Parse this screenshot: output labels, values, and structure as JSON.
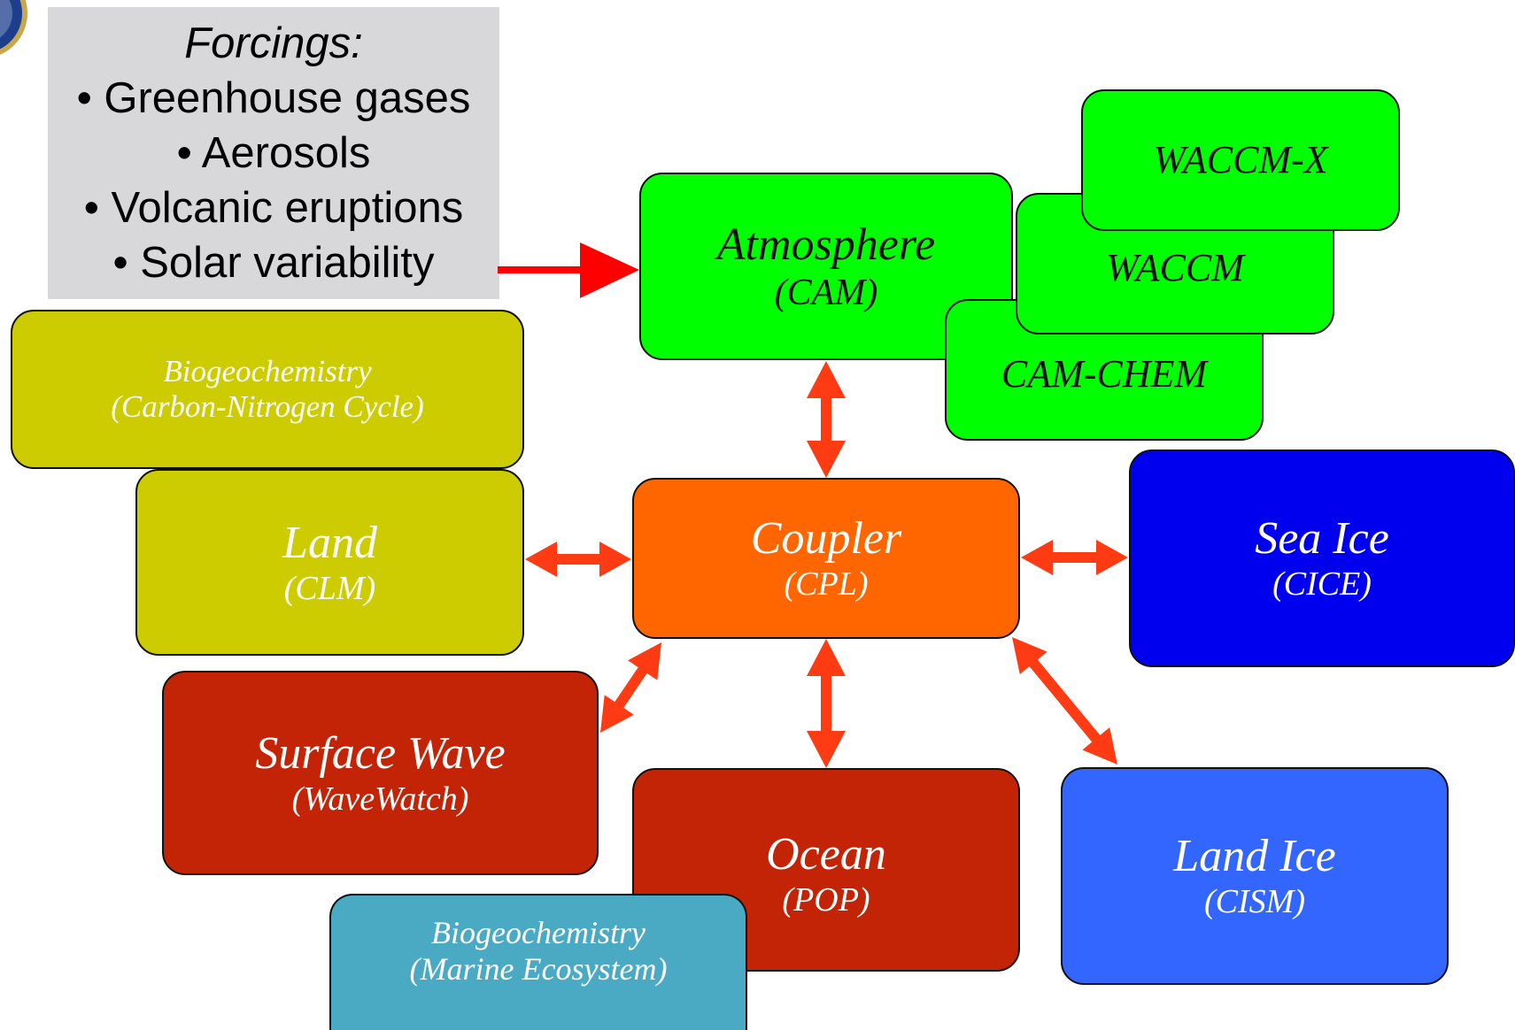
{
  "forcings": {
    "title": "Forcings:",
    "items": [
      "• Greenhouse gases",
      "• Aerosols",
      "• Volcanic eruptions",
      "• Solar variability"
    ]
  },
  "components": {
    "atmosphere": {
      "name": "Atmosphere",
      "code": "(CAM)",
      "color": "#00ff00"
    },
    "waccm_x": {
      "name": "WACCM-X",
      "color": "#00ff00"
    },
    "waccm": {
      "name": "WACCM",
      "color": "#00ff00"
    },
    "cam_chem": {
      "name": "CAM-CHEM",
      "color": "#00ff00"
    },
    "land_bgc": {
      "name": "Biogeochemistry",
      "code": "(Carbon-Nitrogen Cycle)",
      "color": "#cccc00"
    },
    "land": {
      "name": "Land",
      "code": "(CLM)",
      "color": "#cccc00"
    },
    "coupler": {
      "name": "Coupler",
      "code": "(CPL)",
      "color": "#ff6600"
    },
    "sea_ice": {
      "name": "Sea Ice",
      "code": "(CICE)",
      "color": "#0000ee"
    },
    "surface_wave": {
      "name": "Surface Wave",
      "code": "(WaveWatch)",
      "color": "#c42406"
    },
    "ocean": {
      "name": "Ocean",
      "code": "(POP)",
      "color": "#c42406"
    },
    "land_ice": {
      "name": "Land Ice",
      "code": "(CISM)",
      "color": "#3366ff"
    },
    "ocean_bgc": {
      "name": "Biogeochemistry",
      "code": "(Marine Ecosystem)",
      "color": "#4aaac4"
    }
  },
  "arrow_colors": {
    "forcing": "#ff0000",
    "exchange": "#ff3b14"
  }
}
